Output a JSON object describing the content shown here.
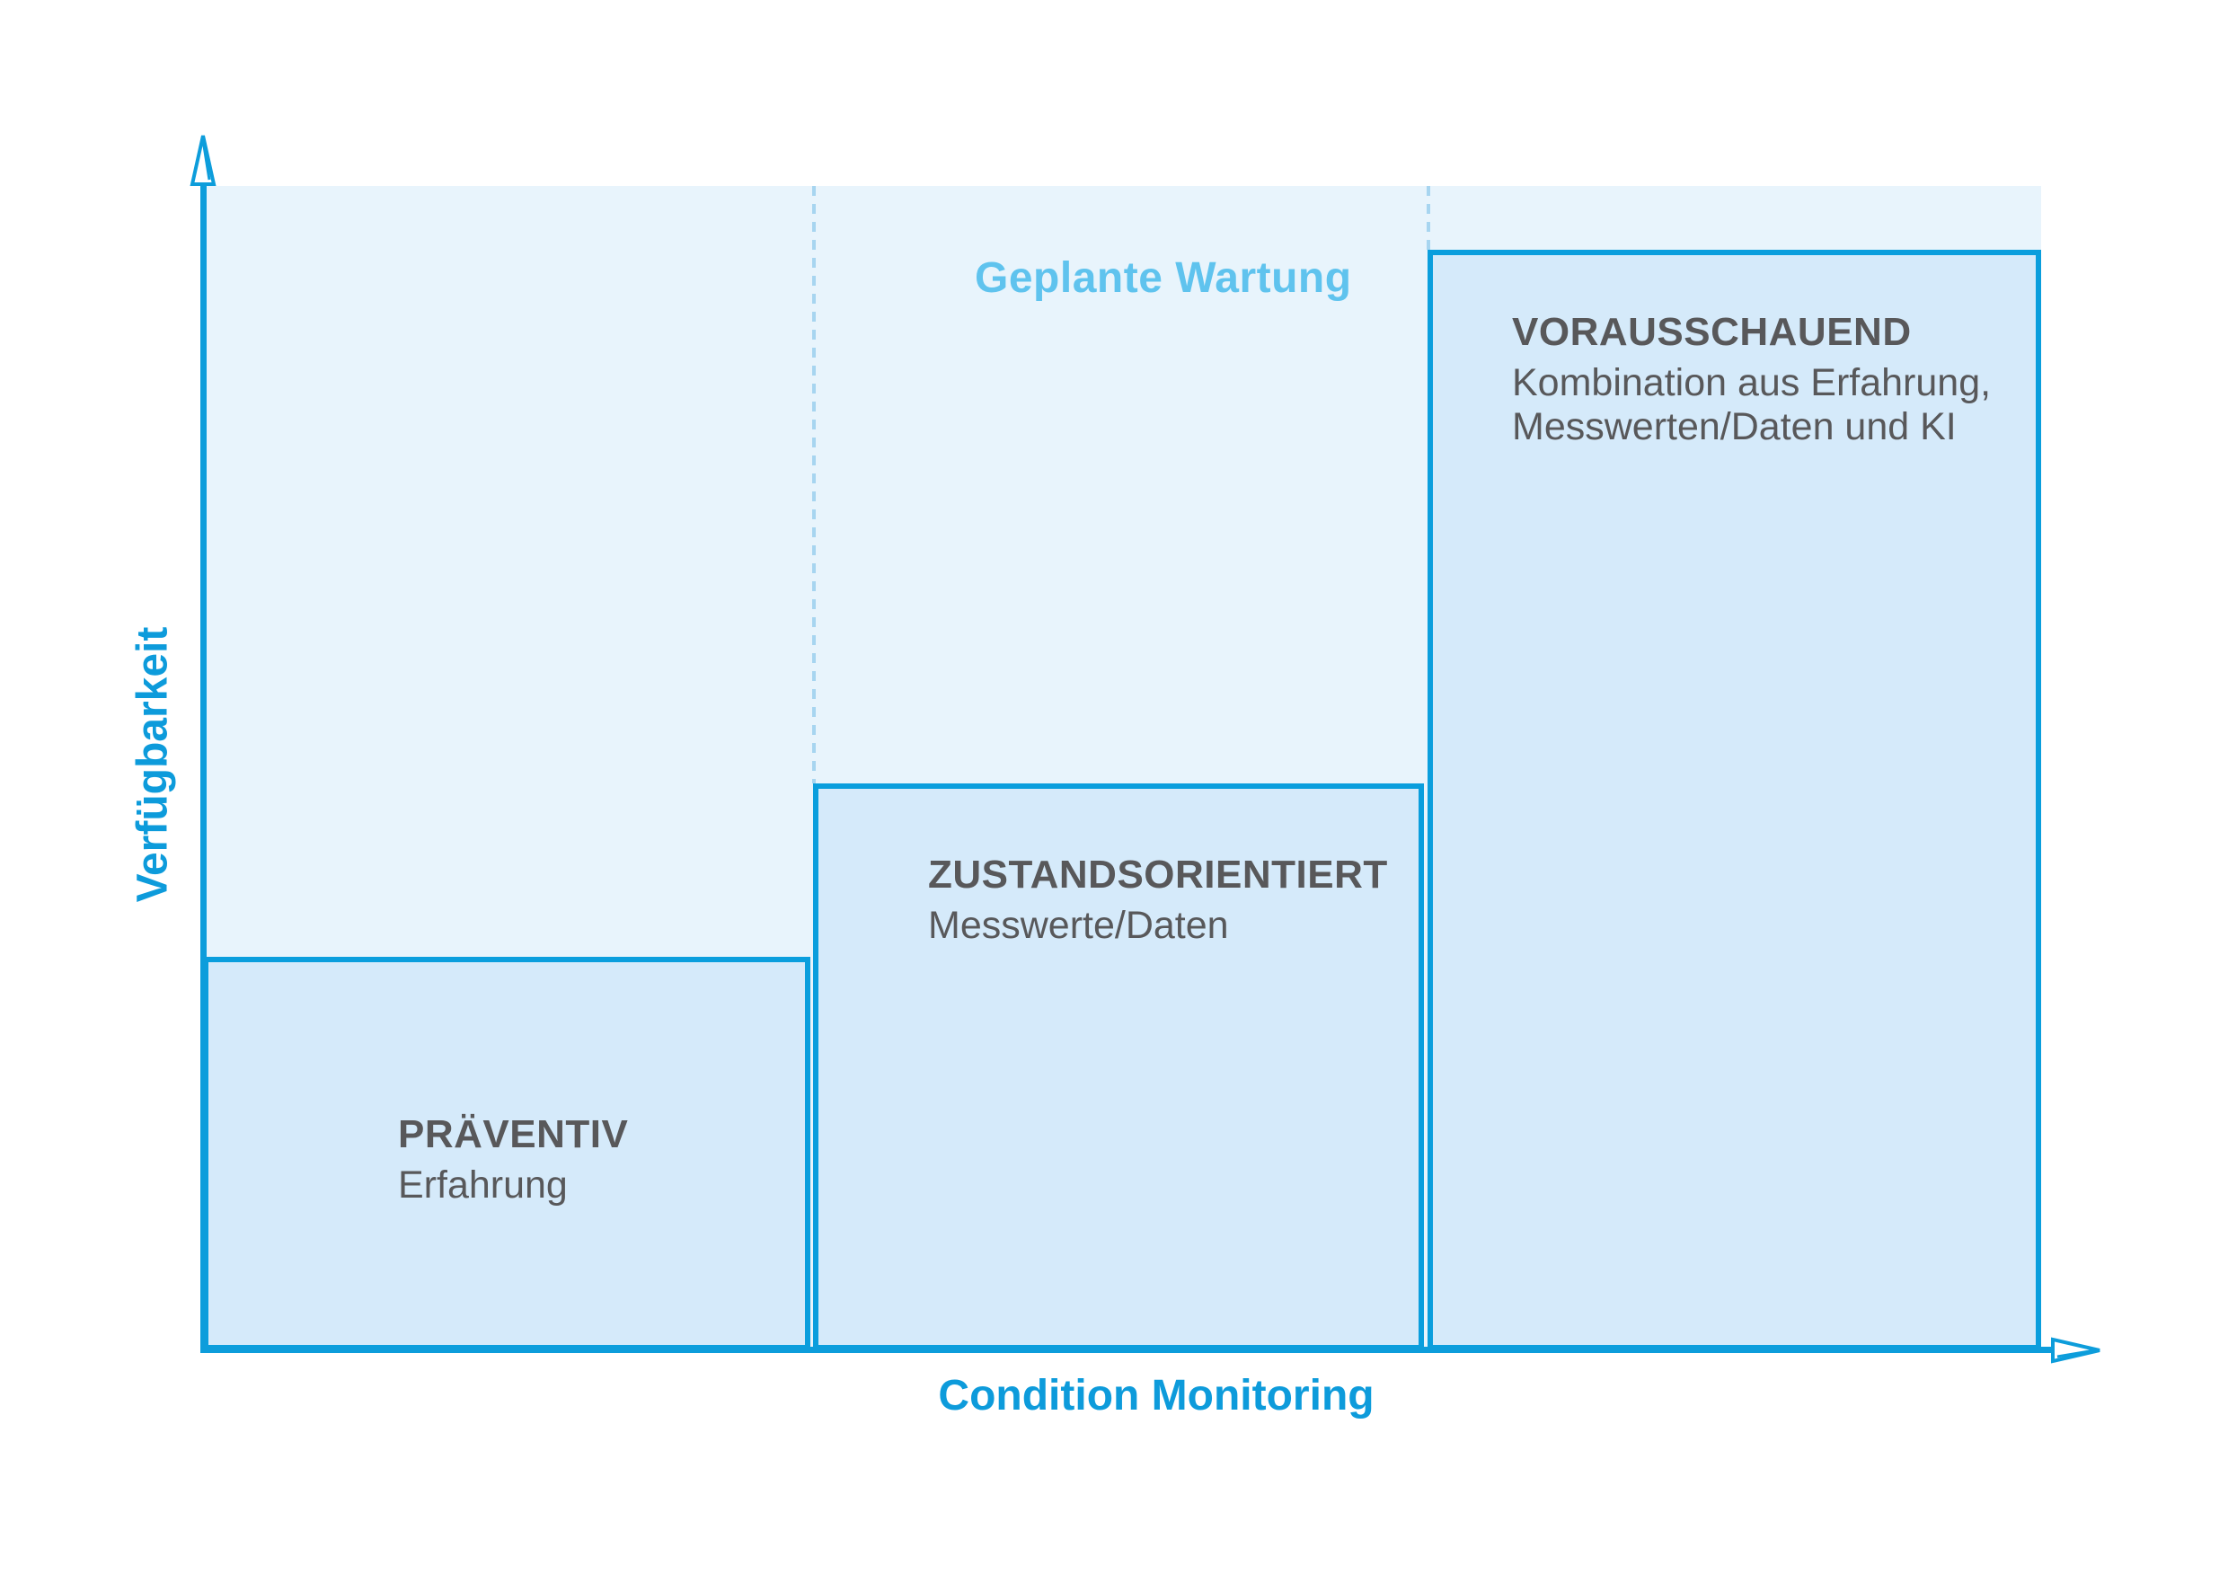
{
  "figure": {
    "description_visible_text_only": true,
    "zone": {
      "label": "Geplante Wartung"
    },
    "y_axis": {
      "label": "Verfügbarkeit"
    },
    "x_axis": {
      "label": "Condition Monitoring"
    },
    "bars": [
      {
        "title": "PRÄVENTIV",
        "subtitle_lines": [
          "Erfahrung"
        ]
      },
      {
        "title": "ZUSTANDSORIENTIERT",
        "subtitle_lines": [
          "Messwerte/Daten"
        ]
      },
      {
        "title": "VORAUSSCHAUEND",
        "subtitle_lines": [
          "Kombination aus Erfahrung,",
          "Messwerten/Daten und KI"
        ]
      }
    ]
  },
  "colors": {
    "axis_blue": "#0d9ddb",
    "box_border_blue": "#0a9edd",
    "box_fill_blue": "#d5eafa",
    "zone_fill_blue": "#e8f4fc",
    "zone_label_blue": "#5fc3ee",
    "dashed_line_blue": "#a7d5f0",
    "text_gray": "#58585a",
    "background": "#ffffff"
  },
  "chart_data": {
    "type": "bar",
    "title": "",
    "xlabel": "Condition Monitoring",
    "ylabel": "Verfügbarkeit",
    "categories": [
      "PRÄVENTIV",
      "ZUSTANDSORIENTIERT",
      "VORAUSSCHAUEND"
    ],
    "series": [
      {
        "name": "Verfügbarkeit (relative Höhe, % der Achse; keine Zahlenwerte im Bild)",
        "values": [
          34,
          49,
          95
        ]
      }
    ],
    "annotations": [
      "Geplante Wartung = hinterlegte Zone über alle Balken, Höhe 100%",
      "PRÄVENTIV: Erfahrung",
      "ZUSTANDSORIENTIERT: Messwerte/Daten",
      "VORAUSSCHAUEND: Kombination aus Erfahrung, Messwerten/Daten und KI"
    ],
    "ylim": [
      0,
      100
    ],
    "grid": false,
    "legend": false,
    "axes_style": "sketched blue arrows, no ticks, no numeric labels"
  }
}
